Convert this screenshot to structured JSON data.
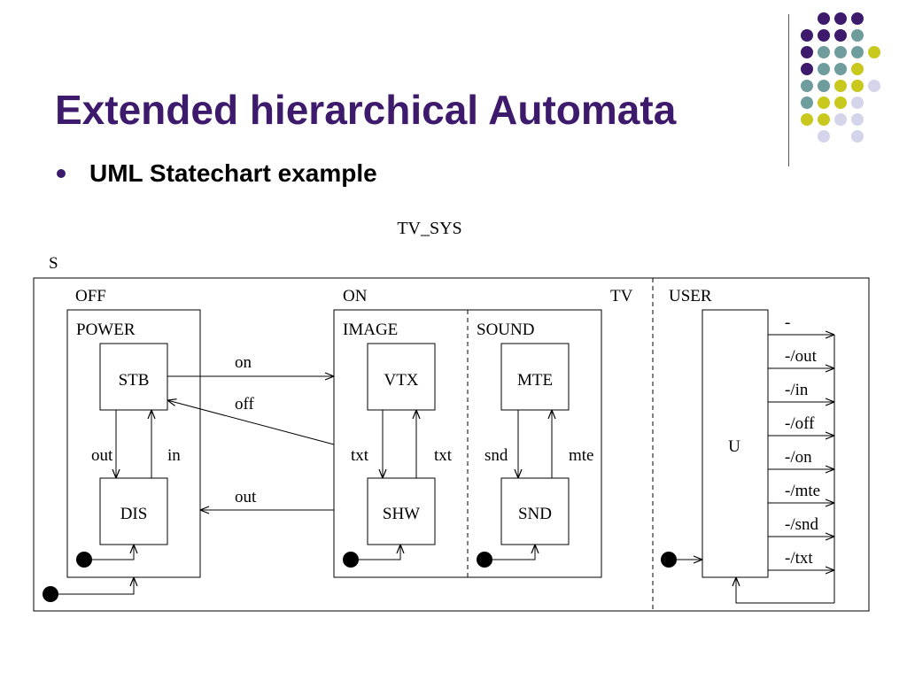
{
  "slide": {
    "title": "Extended hierarchical Automata",
    "bullet": "UML Statechart example"
  },
  "colors": {
    "title": "#3d1a6b",
    "purple": "#3d1a6b",
    "teal": "#6f9c9c",
    "yellow": "#c8c81e",
    "lavender": "#d4d4ea"
  },
  "decoration": {
    "dot_rows": [
      [
        null,
        "purple",
        "purple",
        "purple",
        null
      ],
      [
        "purple",
        "purple",
        "purple",
        "teal",
        null
      ],
      [
        "purple",
        "teal",
        "teal",
        "teal",
        "yellow"
      ],
      [
        "purple",
        "teal",
        "teal",
        "yellow",
        null
      ],
      [
        "teal",
        "teal",
        "yellow",
        "yellow",
        "lavender"
      ],
      [
        "teal",
        "yellow",
        "yellow",
        "lavender",
        null
      ],
      [
        "yellow",
        "yellow",
        "lavender",
        "lavender",
        null
      ],
      [
        null,
        "lavender",
        null,
        "lavender",
        null
      ]
    ]
  },
  "diagram": {
    "top_title": "TV_SYS",
    "outer_state": "S",
    "regions": {
      "off": "OFF",
      "on": "ON",
      "tv": "TV",
      "user": "USER"
    },
    "states": {
      "power": "POWER",
      "image": "IMAGE",
      "sound": "SOUND",
      "stb": "STB",
      "dis": "DIS",
      "vtx": "VTX",
      "shw": "SHW",
      "mte": "MTE",
      "snd": "SND",
      "u": "U"
    },
    "transitions": {
      "on": "on",
      "off": "off",
      "out_on": "out",
      "out_power": "out",
      "in": "in",
      "txt_left": "txt",
      "txt_right": "txt",
      "snd": "snd",
      "mte": "mte"
    },
    "user_outputs": [
      "-",
      "-/out",
      "-/in",
      "-/off",
      "-/on",
      "-/mte",
      "-/snd",
      "-/txt"
    ]
  }
}
